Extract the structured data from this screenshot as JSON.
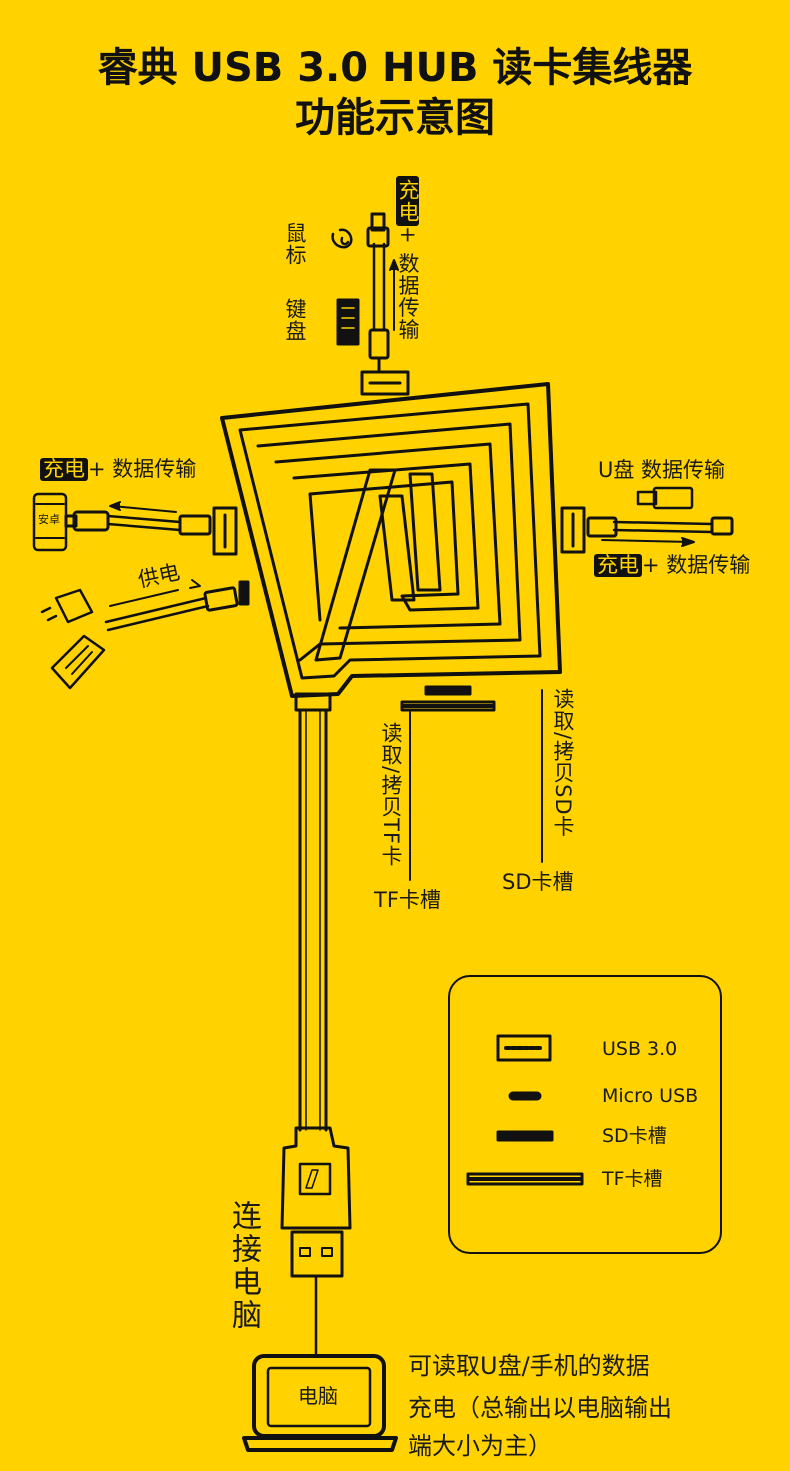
{
  "title": {
    "line1": "睿典 USB 3.0 HUB 读卡集线器",
    "line2": "功能示意图"
  },
  "top_port": {
    "badge": "充电",
    "text": "+ 数据传输",
    "mouse": "鼠标",
    "keyboard": "键盘"
  },
  "left_port": {
    "badge": "充电",
    "text": "+ 数据传输",
    "phone_label": "安卓",
    "power": "供电"
  },
  "right_port": {
    "udisk": "U盘 数据传输",
    "badge": "充电",
    "text": "+ 数据传输"
  },
  "card_slots": {
    "tf_read": "读取/拷贝TF卡",
    "tf_slot": "TF卡槽",
    "sd_read": "读取/拷贝SD卡",
    "sd_slot": "SD卡槽"
  },
  "legend": [
    {
      "icon": "usb3-port-icon",
      "label": "USB 3.0"
    },
    {
      "icon": "micro-usb-port-icon",
      "label": "Micro USB"
    },
    {
      "icon": "sd-slot-icon",
      "label": "SD卡槽"
    },
    {
      "icon": "tf-slot-icon",
      "label": "TF卡槽"
    }
  ],
  "connect_pc": "连接电脑",
  "computer_label": "电脑",
  "note": {
    "line1": "可读取U盘/手机的数据",
    "line2": "充电（总输出以电脑输出",
    "line3": "端大小为主）"
  }
}
